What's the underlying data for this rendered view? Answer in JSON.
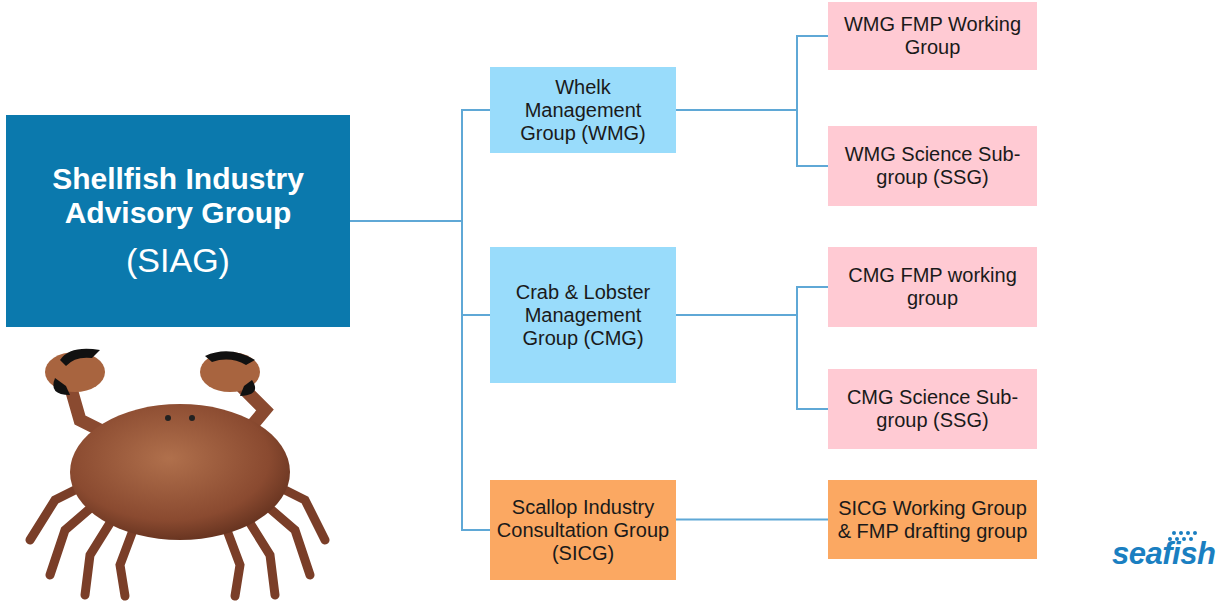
{
  "diagram": {
    "nodes": [
      {
        "text": [
          "Shellfish Industry Advisory Group",
          "(SIAG)"
        ]
      },
      {
        "text": [
          "Whelk Management Group (WMG)"
        ]
      },
      {
        "text": [
          "WMG FMP Working Group"
        ]
      },
      {
        "text": [
          "WMG Science Sub-group (SSG)"
        ]
      },
      {
        "text": [
          "Crab & Lobster Management Group (CMG)"
        ]
      },
      {
        "text": [
          "CMG FMP working group"
        ]
      },
      {
        "text": [
          "CMG Science Sub-group (SSG)"
        ]
      },
      {
        "text": [
          "Scallop Industry Consultation Group (SICG)"
        ]
      },
      {
        "text": [
          "SICG Working Group & FMP drafting group"
        ]
      }
    ],
    "edges": [
      {
        "from": 0,
        "to": 1,
        "arrow": "none"
      },
      {
        "from": 0,
        "to": 4,
        "arrow": "none"
      },
      {
        "from": 0,
        "to": 7,
        "arrow": "none"
      },
      {
        "from": 1,
        "to": 2,
        "arrow": "none"
      },
      {
        "from": 1,
        "to": 3,
        "arrow": "none"
      },
      {
        "from": 4,
        "to": 5,
        "arrow": "none"
      },
      {
        "from": 4,
        "to": 6,
        "arrow": "none"
      },
      {
        "from": 7,
        "to": 8,
        "arrow": "none"
      }
    ],
    "labels": [
      "seafish"
    ]
  }
}
